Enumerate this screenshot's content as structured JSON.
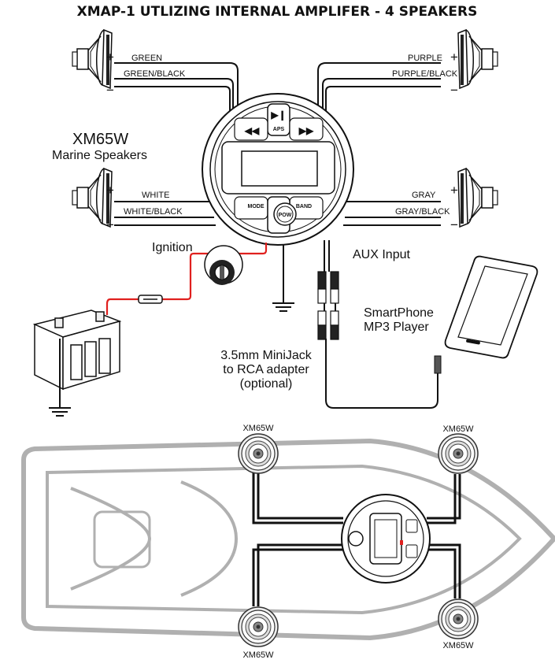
{
  "title": "XMAP-1 UTLIZING INTERNAL AMPLIFER - 4 SPEAKERS",
  "speaker_model": "XM65W",
  "speaker_type": "Marine Speakers",
  "wires": {
    "top_left_pos": "GREEN",
    "top_left_neg": "GREEN/BLACK",
    "top_right_pos": "PURPLE",
    "top_right_neg": "PURPLE/BLACK",
    "bottom_left_pos": "WHITE",
    "bottom_left_neg": "WHITE/BLACK",
    "bottom_right_pos": "GRAY",
    "bottom_right_neg": "GRAY/BLACK"
  },
  "polarity": {
    "plus": "+",
    "minus": "−"
  },
  "head_unit": {
    "play_icon": "▶❙",
    "aps_label": "APS",
    "prev_icon": "◀◀",
    "next_icon": "▶▶",
    "mode_label": "MODE",
    "band_label": "BAND",
    "power_label": "POW"
  },
  "labels": {
    "ignition": "Ignition",
    "aux_input": "AUX Input",
    "smartphone_line1": "SmartPhone",
    "smartphone_line2": "MP3 Player",
    "adapter_line1": "3.5mm MiniJack",
    "adapter_line2": "to RCA adapter",
    "adapter_line3": "(optional)"
  },
  "boat_speakers": [
    "XM65W",
    "XM65W",
    "XM65W",
    "XM65W"
  ],
  "colors": {
    "ink": "#111111",
    "ignition_wire": "#e0201e",
    "boat_outline": "#b0b0b0"
  }
}
